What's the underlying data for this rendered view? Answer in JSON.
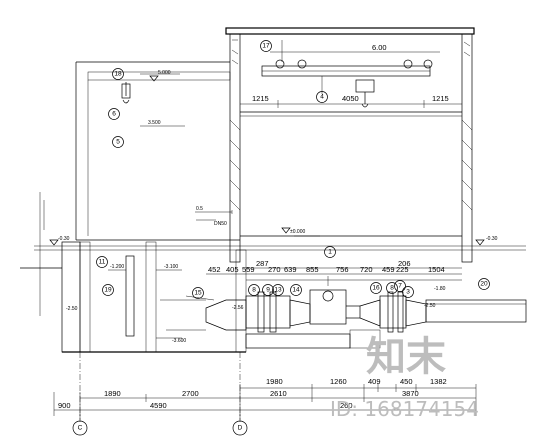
{
  "tags": [
    {
      "label": "17"
    },
    {
      "label": "4"
    },
    {
      "label": "18"
    },
    {
      "label": "6"
    },
    {
      "label": "5"
    },
    {
      "label": "11"
    },
    {
      "label": "19"
    },
    {
      "label": "15"
    },
    {
      "label": "8"
    },
    {
      "label": "9"
    },
    {
      "label": "13"
    },
    {
      "label": "14"
    },
    {
      "label": "1"
    },
    {
      "label": "16"
    },
    {
      "label": "8"
    },
    {
      "label": "7"
    },
    {
      "label": "3"
    },
    {
      "label": "20"
    }
  ],
  "top_dims": {
    "crane_span": "6.00",
    "left": "1215",
    "middle": "4050",
    "right": "1215"
  },
  "left_annotations": {
    "hoist": "5.000",
    "pipe": "3.500",
    "pipe_label": "DN50",
    "level_1": "0.5",
    "floor": "±0.000",
    "grade_left": "-0.30",
    "grade_right": "-0.30"
  },
  "well_levels": {
    "l1": "-1.200",
    "l2": "-3.100",
    "l3": "-2.50",
    "l4": "-3.600"
  },
  "pipe_dims": [
    "452",
    "405",
    "559",
    "287",
    "270",
    "639",
    "855",
    "756",
    "720",
    "459",
    "225",
    "206",
    "1504"
  ],
  "pipe_levels": {
    "a": "-1.80",
    "b": "-2.50",
    "c": "-2.56"
  },
  "bottom_dims_1": [
    "1980",
    "1260",
    "409",
    "450",
    "1382"
  ],
  "bottom_dims_2": [
    "1890",
    "2700",
    "2610",
    "3870"
  ],
  "bottom_dims_3": [
    "900",
    "4590",
    "260"
  ],
  "axes": [
    "C",
    "D"
  ],
  "watermark": {
    "logo": "知末",
    "id": "ID: 168174154"
  }
}
